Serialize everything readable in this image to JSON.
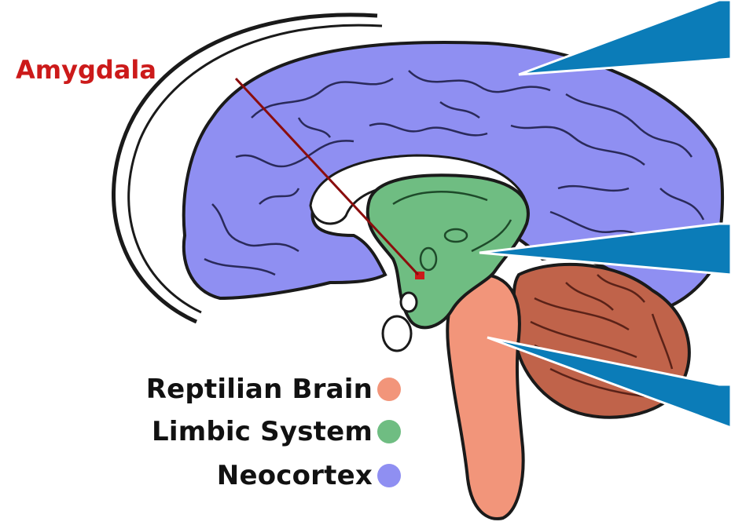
{
  "labels": {
    "amygdala": "Amygdala"
  },
  "legend": [
    {
      "label": "Reptilian Brain",
      "color": "#f2957a"
    },
    {
      "label": "Limbic System",
      "color": "#6fbd82"
    },
    {
      "label": "Neocortex",
      "color": "#8f8ff2"
    }
  ],
  "colors": {
    "neocortex": "#8f8ff2",
    "limbic": "#6fbd82",
    "reptilian": "#f2957a",
    "cerebellum": "#c0634a",
    "pointer": "#0b7cb8",
    "amygdala_text": "#cc1a1a",
    "outline": "#1a1a1a"
  }
}
